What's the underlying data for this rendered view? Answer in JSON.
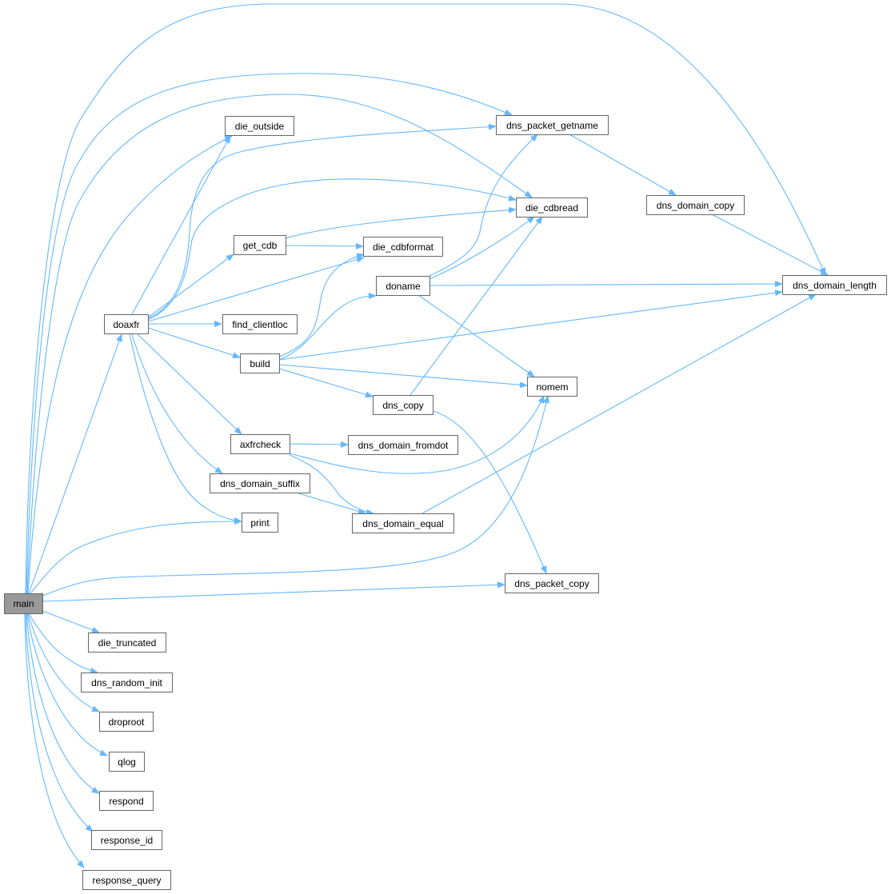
{
  "graph": {
    "root": "main",
    "nodes": {
      "main": "main",
      "doaxfr": "doaxfr",
      "die_outside": "die_outside",
      "dns_packet_getname": "dns_packet_getname",
      "die_cdbread": "die_cdbread",
      "get_cdb": "get_cdb",
      "die_cdbformat": "die_cdbformat",
      "doname": "doname",
      "find_clientloc": "find_clientloc",
      "build": "build",
      "dns_domain_copy": "dns_domain_copy",
      "dns_domain_length": "dns_domain_length",
      "nomem": "nomem",
      "dns_copy": "dns_copy",
      "axfrcheck": "axfrcheck",
      "dns_domain_fromdot": "dns_domain_fromdot",
      "dns_domain_suffix": "dns_domain_suffix",
      "dns_domain_equal": "dns_domain_equal",
      "print": "print",
      "dns_packet_copy": "dns_packet_copy",
      "die_truncated": "die_truncated",
      "dns_random_init": "dns_random_init",
      "droproot": "droproot",
      "qlog": "qlog",
      "respond": "respond",
      "response_id": "response_id",
      "response_query": "response_query"
    },
    "colors": {
      "edge": "#63b8ff",
      "root_fill": "#999999",
      "border": "#666666"
    }
  }
}
